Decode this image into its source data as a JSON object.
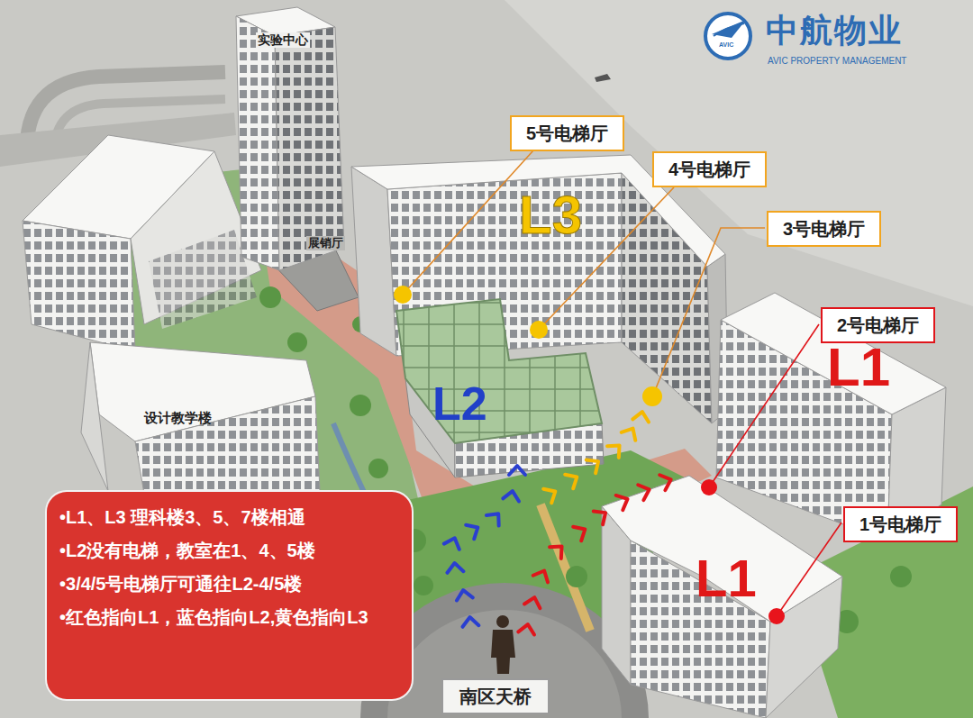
{
  "diagram": {
    "nodes": [
      {
        "text": [
          "5号电梯厅"
        ]
      },
      {
        "text": [
          "4号电梯厅"
        ]
      },
      {
        "text": [
          "3号电梯厅"
        ]
      },
      {
        "text": [
          "2号电梯厅"
        ]
      },
      {
        "text": [
          "•L1、L3 理科楼3、5、7楼相通",
          "•L2没有电梯，教室在1、4、5楼",
          "•3/4/5号电梯厅可通往L2-4/5楼",
          "•红色指向L1，蓝色指向L2,黄色指向L3"
        ]
      },
      {
        "text": [
          "1号电梯厅"
        ]
      },
      {
        "text": [
          "南区天桥"
        ]
      }
    ],
    "labels": [
      "中航物业",
      "AVIC PROPERTY MANAGEMENT",
      "AVIC",
      "实验中心",
      "展销厅",
      "L3",
      "L2",
      "L1",
      "L1",
      "设计教学楼"
    ]
  }
}
